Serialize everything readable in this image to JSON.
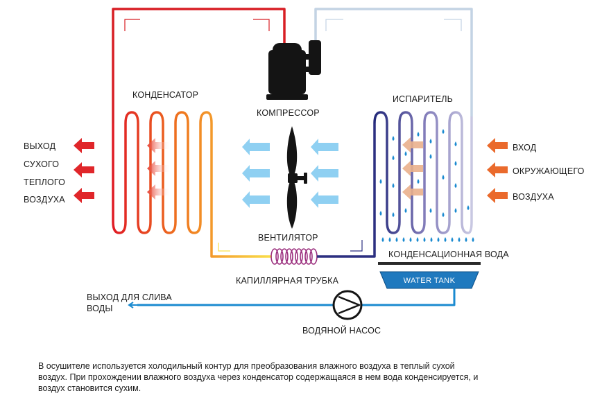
{
  "labels": {
    "condenser": "КОНДЕНСАТОР",
    "compressor": "КОМПРЕССОР",
    "evaporator": "ИСПАРИТЕЛЬ",
    "fan": "ВЕНТИЛЯТОР",
    "capillary_tube": "КАПИЛЛЯРНАЯ ТРУБКА",
    "condensate_water": "КОНДЕНСАЦИОННАЯ ВОДА",
    "water_tank": "WATER TANK",
    "water_pump": "ВОДЯНОЙ НАСОС",
    "drain_output_line1": "ВЫХОД ДЛЯ СЛИВА",
    "drain_output_line2": "ВОДЫ"
  },
  "outlet_labels": [
    "ВЫХОД",
    "СУХОГО",
    "ТЕПЛОГО",
    "ВОЗДУХА"
  ],
  "inlet_labels": [
    "ВХОД",
    "ОКРУЖАЮЩЕГО",
    "ВОЗДУХА"
  ],
  "caption": [
    "В осушителе используется холодильный контур для преобразования влажного воздуха в теплый сухой",
    "воздух. При прохождении влажного воздуха через конденсатор содержащаяся в нем вода конденсируется, и",
    "воздух становится сухим."
  ],
  "colors": {
    "hot_line": "#d81e24",
    "cold_line": "#b9cde0",
    "evaporator_dark": "#2c2f80",
    "water": "#1a8ad0",
    "tank": "#1f79be",
    "outlet_arrow": "#e0262a",
    "inlet_arrow": "#ea6a2c",
    "air_arrow": "#8fd0f2",
    "coil": "#9b2f7e"
  }
}
